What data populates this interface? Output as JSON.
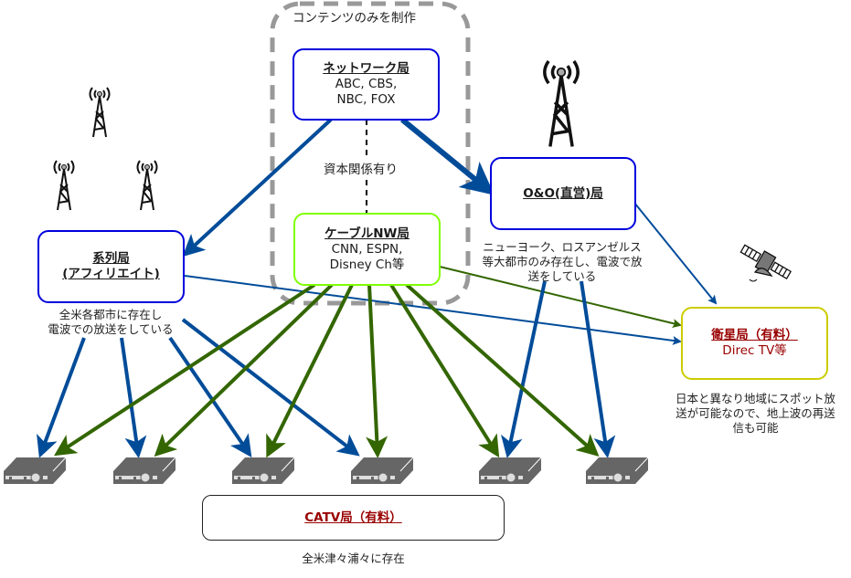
{
  "group": {
    "label": "コンテンツのみを制作"
  },
  "capital_label": "資本関係有り",
  "network": {
    "title": "ネットワーク局",
    "line1": "ABC, CBS,",
    "line2": "NBC, FOX"
  },
  "cable": {
    "title": "ケーブルNW局",
    "line1": "CNN, ESPN,",
    "line2": "Disney Ch等"
  },
  "affiliate": {
    "title1": "系列局",
    "title2": "(アフィリエイト)",
    "note1": "全米各都市に存在し",
    "note2": "電波での放送をしている"
  },
  "oando": {
    "title": "O&O(直営)局",
    "note1": "ニューヨーク、ロスアンゼルス",
    "note2": "等大都市のみ存在し、電波で放",
    "note3": "送をしている"
  },
  "satellite": {
    "title": "衛星局（有料）",
    "line1": "Direc TV等",
    "note1": "日本と異なり地域にスポット放",
    "note2": "送が可能なので、地上波の再送",
    "note3": "信も可能"
  },
  "catv": {
    "title": "CATV局（有料）",
    "note": "全米津々浦々に存在"
  },
  "colors": {
    "blue_arrow": "#004c99",
    "green_arrow": "#336600",
    "box_blue": "#0000dd",
    "box_green": "#80ff00",
    "box_yellow": "#cccc00",
    "title_red": "#990000",
    "group_dash": "#999999"
  },
  "icons": {
    "tower": "radio-tower-icon",
    "satellite": "satellite-icon",
    "settop": "set-top-box-icon"
  }
}
